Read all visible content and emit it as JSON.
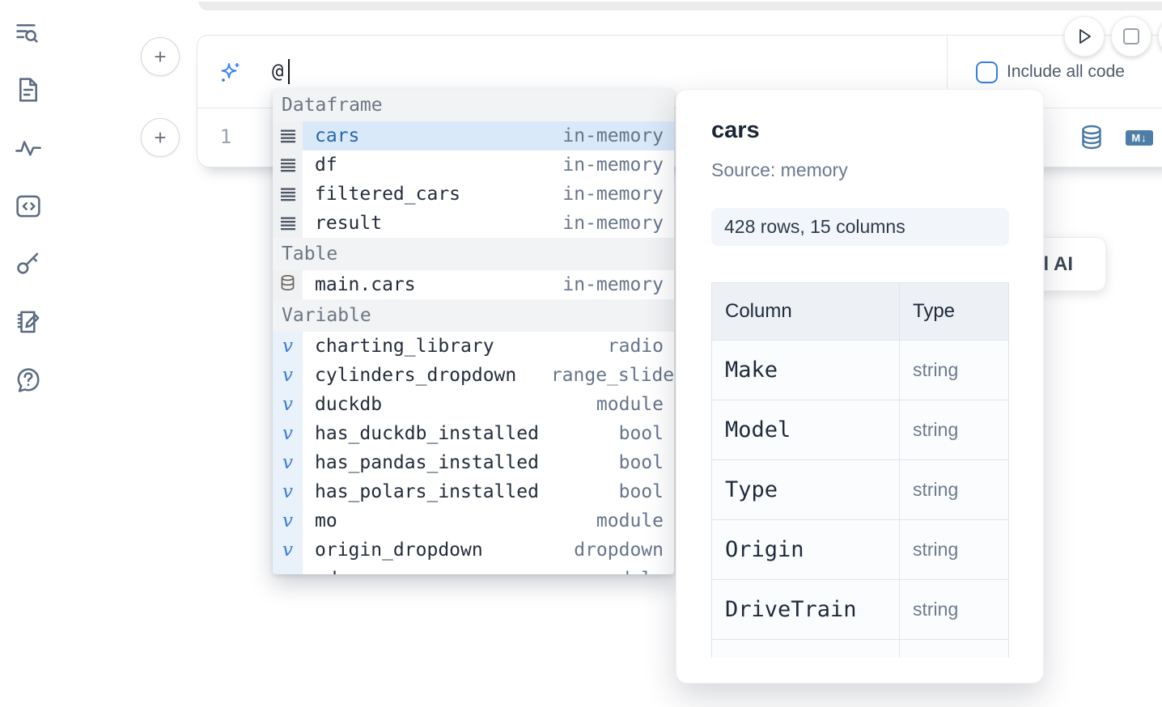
{
  "sidebar": {
    "items": [
      {
        "icon": "search-list-icon"
      },
      {
        "icon": "document-icon"
      },
      {
        "icon": "activity-icon"
      },
      {
        "icon": "code-block-icon"
      },
      {
        "icon": "key-icon"
      },
      {
        "icon": "scratchpad-icon"
      },
      {
        "icon": "help-chat-icon"
      }
    ]
  },
  "prompt": {
    "value": "@",
    "include_all_code_label": "Include all code"
  },
  "editor": {
    "line_number": "1"
  },
  "cell_toolbar": {
    "markdown_badge": "M↓"
  },
  "ai_button": {
    "partial_label": "l AI"
  },
  "autocomplete": {
    "sections": [
      {
        "label": "Dataframe"
      },
      {
        "label": "Table"
      },
      {
        "label": "Variable"
      }
    ],
    "dataframe_rows": [
      {
        "name": "cars",
        "detail": "in-memory"
      },
      {
        "name": "df",
        "detail": "in-memory"
      },
      {
        "name": "filtered_cars",
        "detail": "in-memory"
      },
      {
        "name": "result",
        "detail": "in-memory"
      }
    ],
    "table_rows": [
      {
        "name": "main.cars",
        "detail": "in-memory"
      }
    ],
    "variable_rows": [
      {
        "name": "charting_library",
        "detail": "radio"
      },
      {
        "name": "cylinders_dropdown",
        "detail": "range_slider"
      },
      {
        "name": "duckdb",
        "detail": "module"
      },
      {
        "name": "has_duckdb_installed",
        "detail": "bool"
      },
      {
        "name": "has_pandas_installed",
        "detail": "bool"
      },
      {
        "name": "has_polars_installed",
        "detail": "bool"
      },
      {
        "name": "mo",
        "detail": "module"
      },
      {
        "name": "origin_dropdown",
        "detail": "dropdown"
      },
      {
        "name": "pd",
        "detail": "module"
      }
    ],
    "variable_glyph": "v"
  },
  "preview": {
    "title": "cars",
    "source": "Source: memory",
    "shape_badge": "428 rows, 15 columns",
    "table": {
      "headers": [
        "Column",
        "Type"
      ],
      "rows": [
        [
          "Make",
          "string"
        ],
        [
          "Model",
          "string"
        ],
        [
          "Type",
          "string"
        ],
        [
          "Origin",
          "string"
        ],
        [
          "DriveTrain",
          "string"
        ]
      ]
    }
  },
  "colors": {
    "accent_blue": "#3b7de0",
    "selected_row_bg": "#d9e9fa",
    "section_header_bg": "#f1f3f4",
    "variable_gutter_bg": "#e9f1fb",
    "db_icon_blue": "#4878a2",
    "md_badge_bg": "#4e7ea7",
    "sidebar_icon": "#5b6b82"
  }
}
